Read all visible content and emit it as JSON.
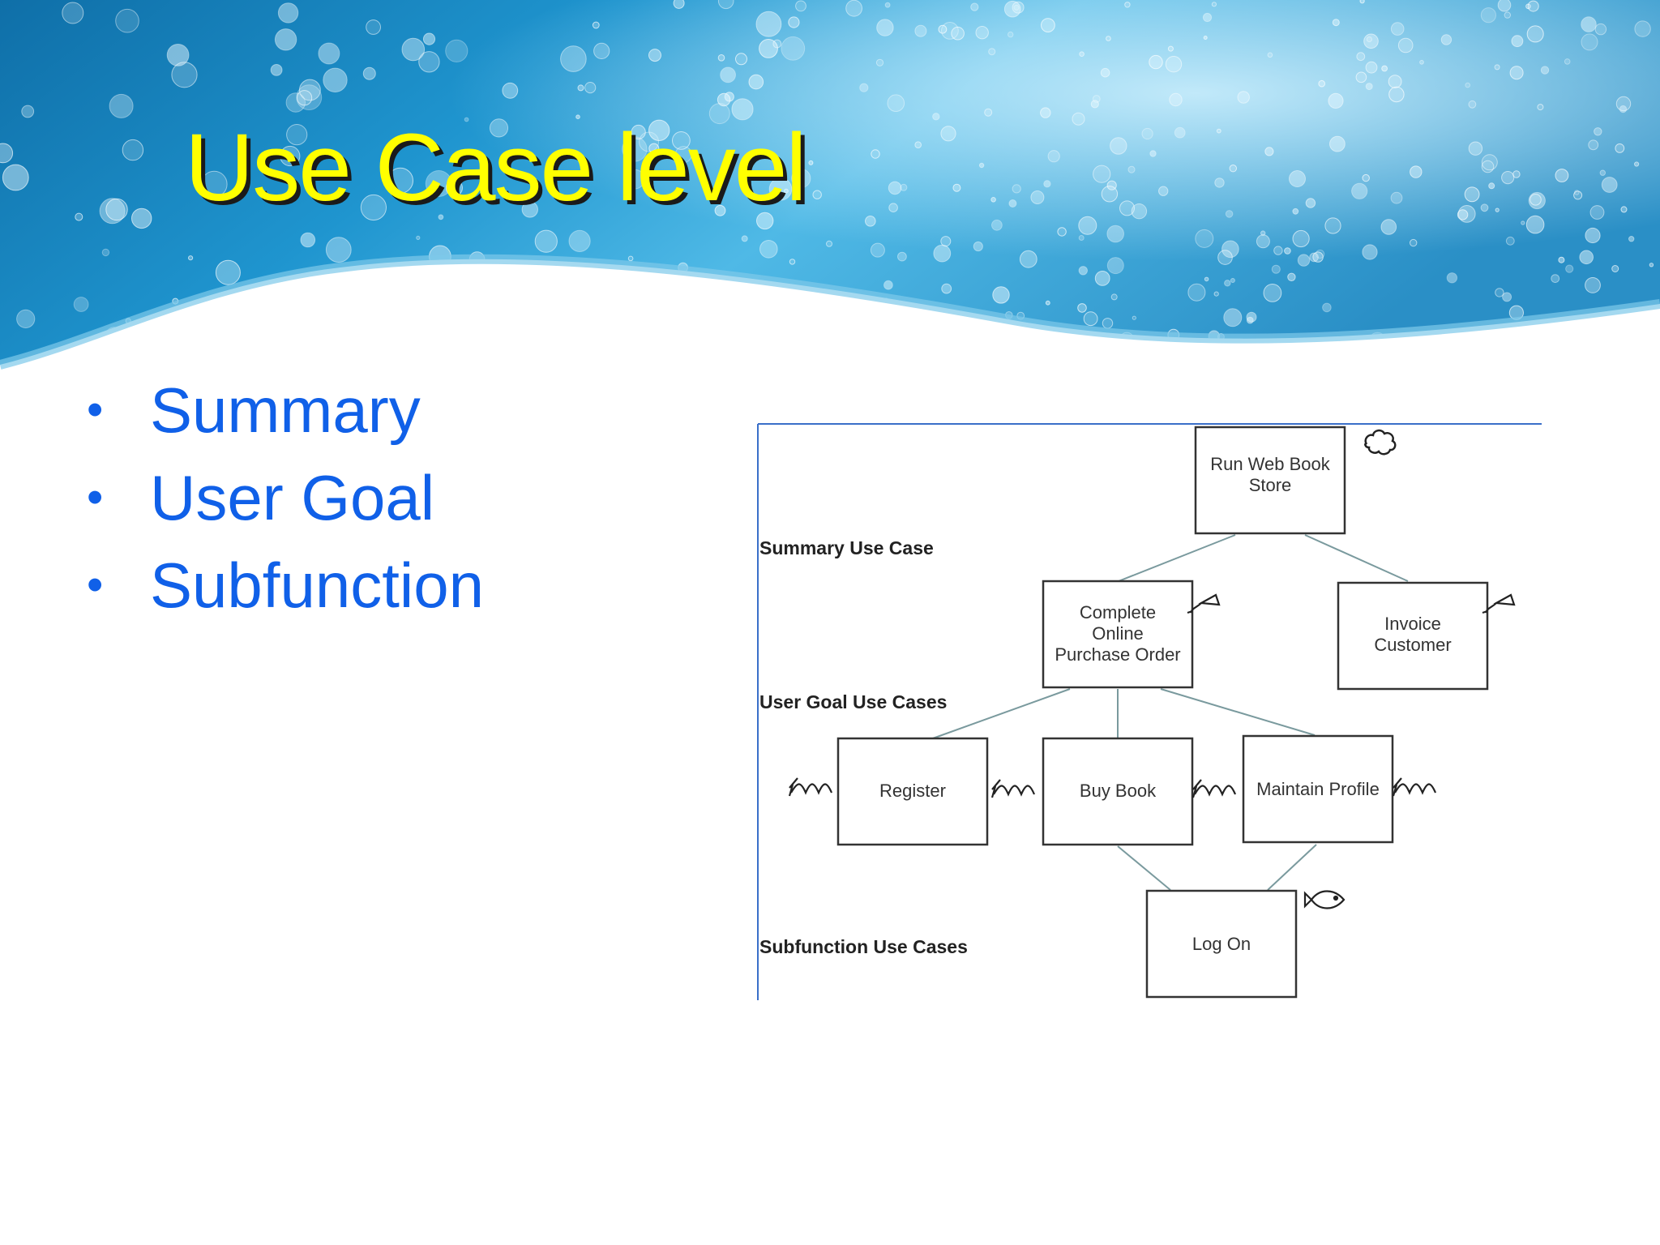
{
  "slide": {
    "title": "Use Case level",
    "bullets": [
      "Summary",
      "User Goal",
      "Subfunction"
    ],
    "colors": {
      "title": "#ffff00",
      "bullets": "#1060e8",
      "banner": "#1c8ec8"
    }
  },
  "diagram": {
    "levels": {
      "summary": "Summary Use Case",
      "user_goal": "User Goal Use Cases",
      "subfunction": "Subfunction Use Cases"
    },
    "use_cases": {
      "run_store": [
        "Run Web Book",
        "Store"
      ],
      "complete_order": [
        "Complete",
        "Online",
        "Purchase Order"
      ],
      "invoice": [
        "Invoice",
        "Customer"
      ],
      "register": [
        "Register"
      ],
      "buy_book": [
        "Buy Book"
      ],
      "maintain_profile": [
        "Maintain Profile"
      ],
      "log_on": [
        "Log On"
      ]
    },
    "icons": {
      "cloud": "cloud-icon",
      "kite": "kite-icon",
      "wave": "wave-icon",
      "fish": "fish-icon"
    }
  }
}
